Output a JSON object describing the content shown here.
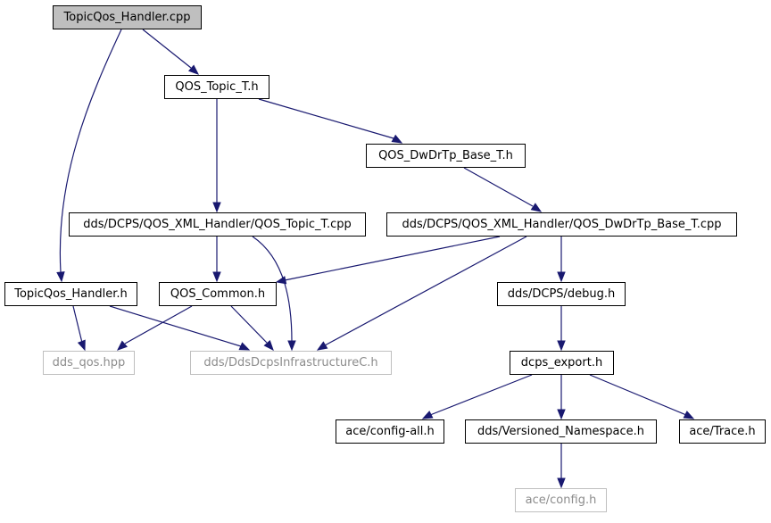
{
  "colors": {
    "edge": "#191970",
    "root_fill": "#bfbfbf",
    "external_border": "#bfbfbf",
    "external_text": "#8c8c8c"
  },
  "nodes": {
    "topicqos_handler_cpp": "TopicQos_Handler.cpp",
    "qos_topic_t_h": "QOS_Topic_T.h",
    "qos_dwdrtp_base_t_h": "QOS_DwDrTp_Base_T.h",
    "qos_topic_t_cpp": "dds/DCPS/QOS_XML_Handler/QOS_Topic_T.cpp",
    "qos_dwdrtp_base_t_cpp": "dds/DCPS/QOS_XML_Handler/QOS_DwDrTp_Base_T.cpp",
    "topicqos_handler_h": "TopicQos_Handler.h",
    "qos_common_h": "QOS_Common.h",
    "dcps_debug_h": "dds/DCPS/debug.h",
    "dds_qos_hpp": "dds_qos.hpp",
    "dds_dcps_infrastructure_c_h": "dds/DdsDcpsInfrastructureC.h",
    "dcps_export_h": "dcps_export.h",
    "ace_config_all_h": "ace/config-all.h",
    "versioned_namespace_h": "dds/Versioned_Namespace.h",
    "ace_trace_h": "ace/Trace.h",
    "ace_config_h": "ace/config.h"
  },
  "edges": [
    [
      "topicqos_handler_cpp",
      "qos_topic_t_h"
    ],
    [
      "topicqos_handler_cpp",
      "topicqos_handler_h"
    ],
    [
      "qos_topic_t_h",
      "qos_dwdrtp_base_t_h"
    ],
    [
      "qos_topic_t_h",
      "qos_topic_t_cpp"
    ],
    [
      "qos_dwdrtp_base_t_h",
      "qos_dwdrtp_base_t_cpp"
    ],
    [
      "qos_topic_t_cpp",
      "qos_common_h"
    ],
    [
      "qos_topic_t_cpp",
      "dds_dcps_infrastructure_c_h"
    ],
    [
      "qos_dwdrtp_base_t_cpp",
      "qos_common_h"
    ],
    [
      "qos_dwdrtp_base_t_cpp",
      "dds_dcps_infrastructure_c_h"
    ],
    [
      "qos_dwdrtp_base_t_cpp",
      "dcps_debug_h"
    ],
    [
      "topicqos_handler_h",
      "dds_qos_hpp"
    ],
    [
      "topicqos_handler_h",
      "dds_dcps_infrastructure_c_h"
    ],
    [
      "qos_common_h",
      "dds_qos_hpp"
    ],
    [
      "qos_common_h",
      "dds_dcps_infrastructure_c_h"
    ],
    [
      "dcps_debug_h",
      "dcps_export_h"
    ],
    [
      "dcps_export_h",
      "ace_config_all_h"
    ],
    [
      "dcps_export_h",
      "versioned_namespace_h"
    ],
    [
      "dcps_export_h",
      "ace_trace_h"
    ],
    [
      "versioned_namespace_h",
      "ace_config_h"
    ]
  ]
}
